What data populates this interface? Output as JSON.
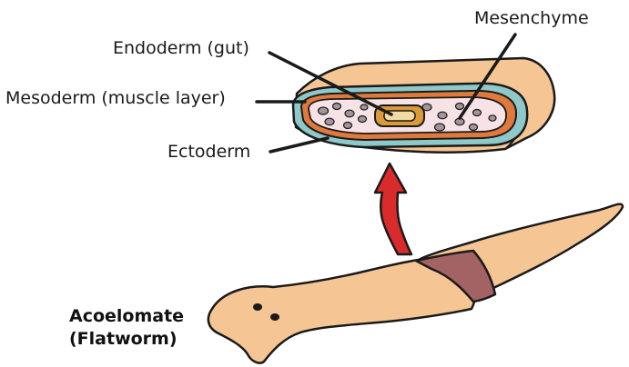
{
  "labels": {
    "endoderm": "Endoderm (gut)",
    "mesoderm": "Mesoderm (muscle layer)",
    "ectoderm": "Ectoderm",
    "mesenchyme": "Mesenchyme"
  },
  "organism": {
    "line1": "Acoelomate",
    "line2": "(Flatworm)"
  },
  "colors": {
    "skin": "#f5c593",
    "ectoderm": "#8fc8c8",
    "mesoderm": "#e07a3c",
    "mesenchyme": "#f7e2e6",
    "gut": "#d99a3a",
    "dots": "#a2949a",
    "band": "#a36365",
    "arrow": "#d92b2b",
    "outline": "#1a1a1a"
  }
}
